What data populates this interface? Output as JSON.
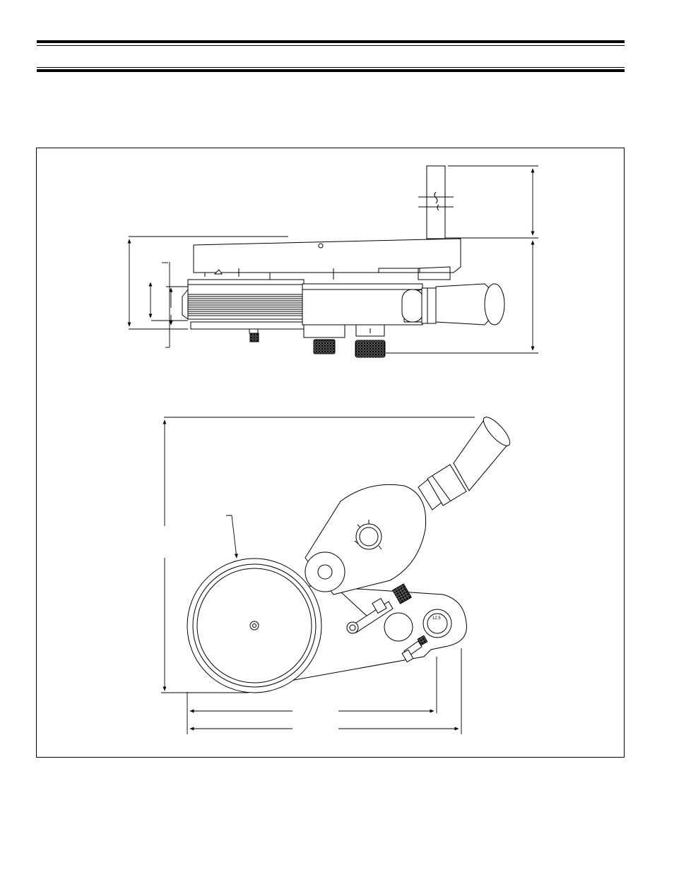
{
  "page": {
    "header_rules": "double",
    "figure": {
      "views": [
        "side-elevation",
        "top-plan"
      ],
      "line_color": "#000000",
      "background": "#ffffff",
      "dial_mark": "12.5"
    }
  }
}
